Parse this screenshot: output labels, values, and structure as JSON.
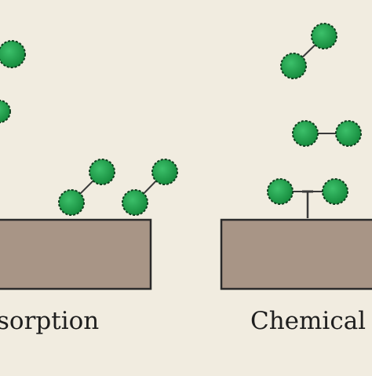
{
  "labels": {
    "left": "sorption",
    "right": "Chemical"
  },
  "colors": {
    "background": "#f1ece0",
    "surface_fill": "#a89586",
    "surface_stroke": "#2a2a2a",
    "molecule_fill": "#1e9a46",
    "molecule_stroke": "#0f3f1e",
    "bond": "#3a3a3a"
  },
  "diagram": {
    "left_panel": {
      "surface": "physical adsorption surface",
      "free_atoms": 2,
      "adsorbed_molecules": 2
    },
    "right_panel": {
      "surface": "chemical adsorption surface",
      "free_molecules": 2,
      "chemisorbed_molecules": 1
    }
  }
}
